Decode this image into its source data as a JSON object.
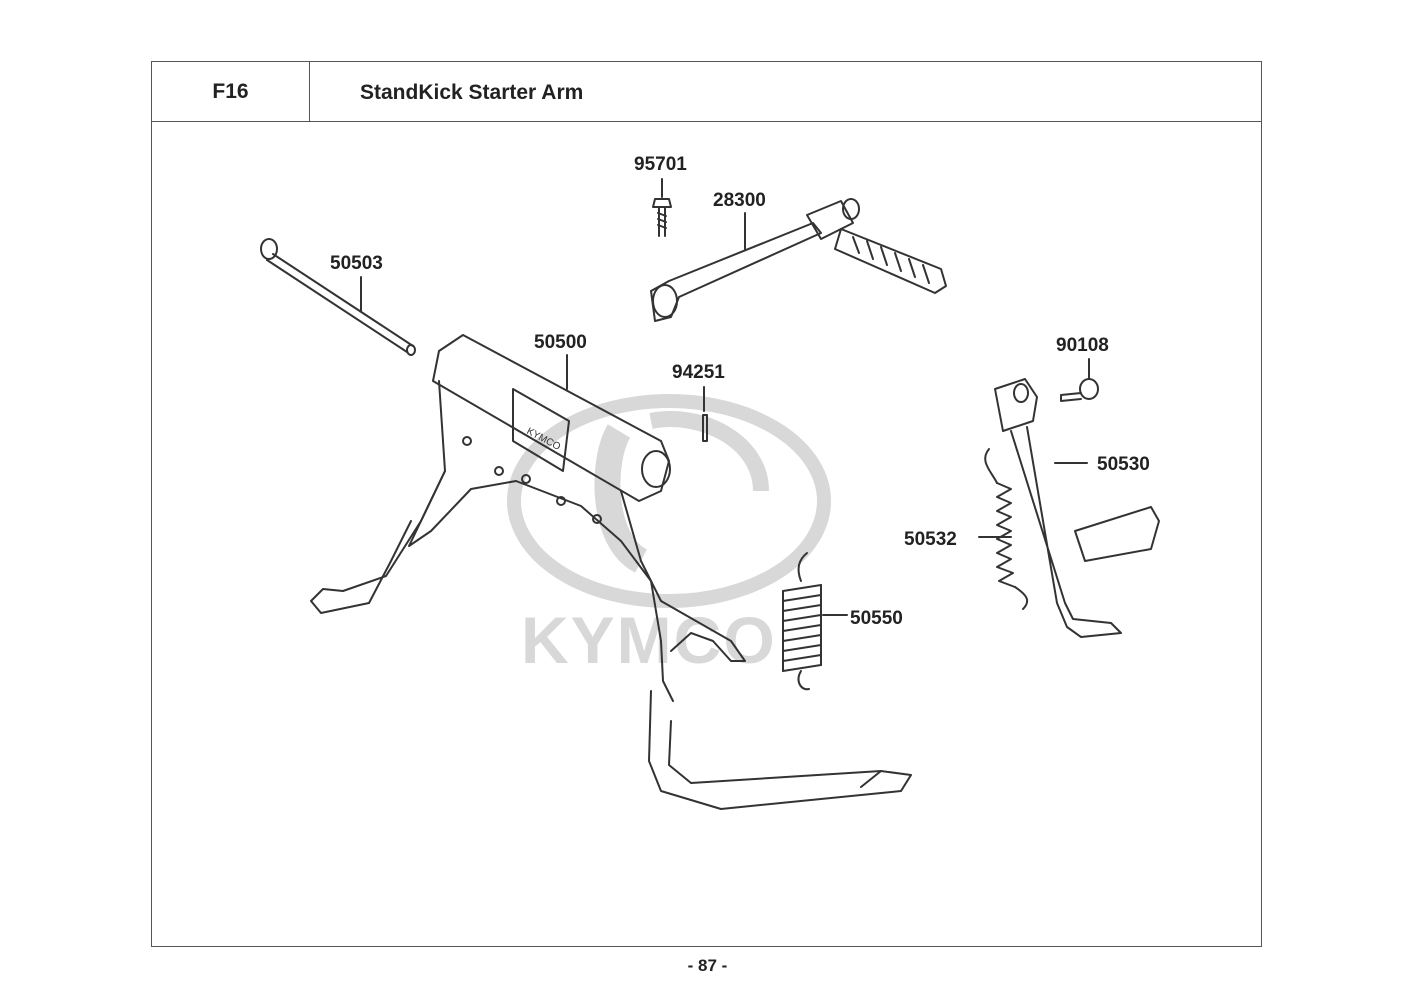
{
  "header": {
    "section_id": "F16",
    "title": "StandKick Starter Arm"
  },
  "watermark": {
    "brand": "KYMCO",
    "color": "#d6d6d6"
  },
  "parts": {
    "p95701": "95701",
    "p28300": "28300",
    "p50503": "50503",
    "p50500": "50500",
    "p94251": "94251",
    "p90108": "90108",
    "p50530": "50530",
    "p50532": "50532",
    "p50550": "50550"
  },
  "stamp_text": "KYMCO",
  "footer": {
    "page_number": "- 87 -"
  }
}
